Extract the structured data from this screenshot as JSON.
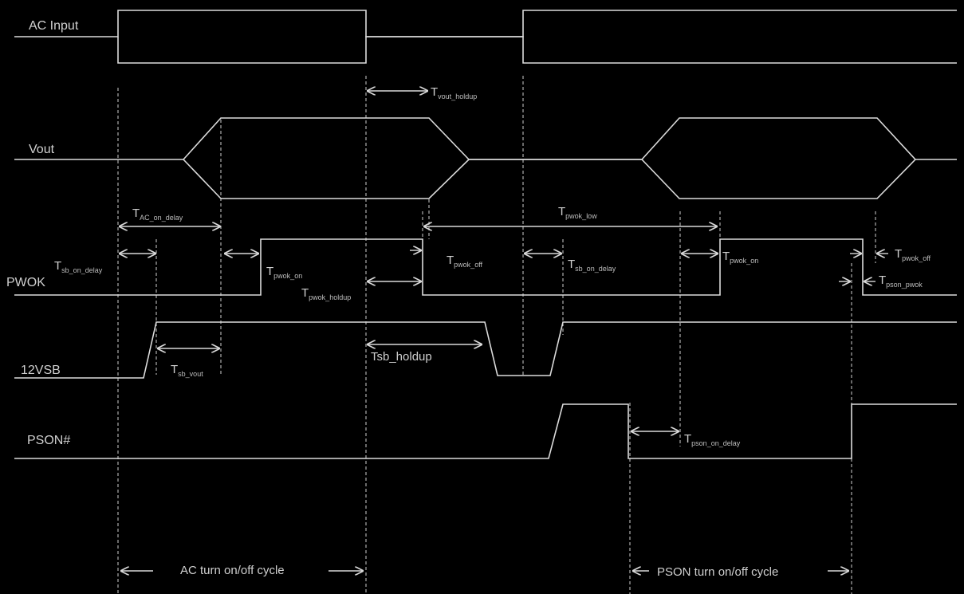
{
  "signals": {
    "ac_input": "AC Input",
    "vout": "Vout",
    "pwok": "PWOK",
    "v12sb": "12VSB",
    "pson": "PSON#"
  },
  "timings": {
    "vout_holdup": {
      "main": "T",
      "sub": "vout_holdup"
    },
    "ac_on_delay": {
      "main": "T",
      "sub": "AC_on_delay"
    },
    "sb_on_delay": {
      "main": "T",
      "sub": "sb_on_delay"
    },
    "pwok_on_1": {
      "main": "T",
      "sub": "pwok_on"
    },
    "pwok_holdup": {
      "main": "T",
      "sub": "pwok_holdup"
    },
    "pwok_low": {
      "main": "T",
      "sub": "pwok_low"
    },
    "pwok_off": {
      "main": "T",
      "sub": "pwok_off"
    },
    "sb_on_delay_2": {
      "main": "T",
      "sub": "sb_on_delay"
    },
    "pwok_on_2": {
      "main": "T",
      "sub": "pwok_on"
    },
    "pwok_off_2": {
      "main": "T",
      "sub": "pwok_off"
    },
    "pson_pwok": {
      "main": "T",
      "sub": "pson_pwok"
    },
    "sb_vout": {
      "main": "T",
      "sub": "sb_vout"
    },
    "sb_holdup": "Tsb_holdup",
    "pson_on_delay": {
      "main": "T",
      "sub": "pson_on_delay"
    }
  },
  "cycles": {
    "ac": "AC turn on/off cycle",
    "pson": "PSON turn on/off cycle"
  }
}
